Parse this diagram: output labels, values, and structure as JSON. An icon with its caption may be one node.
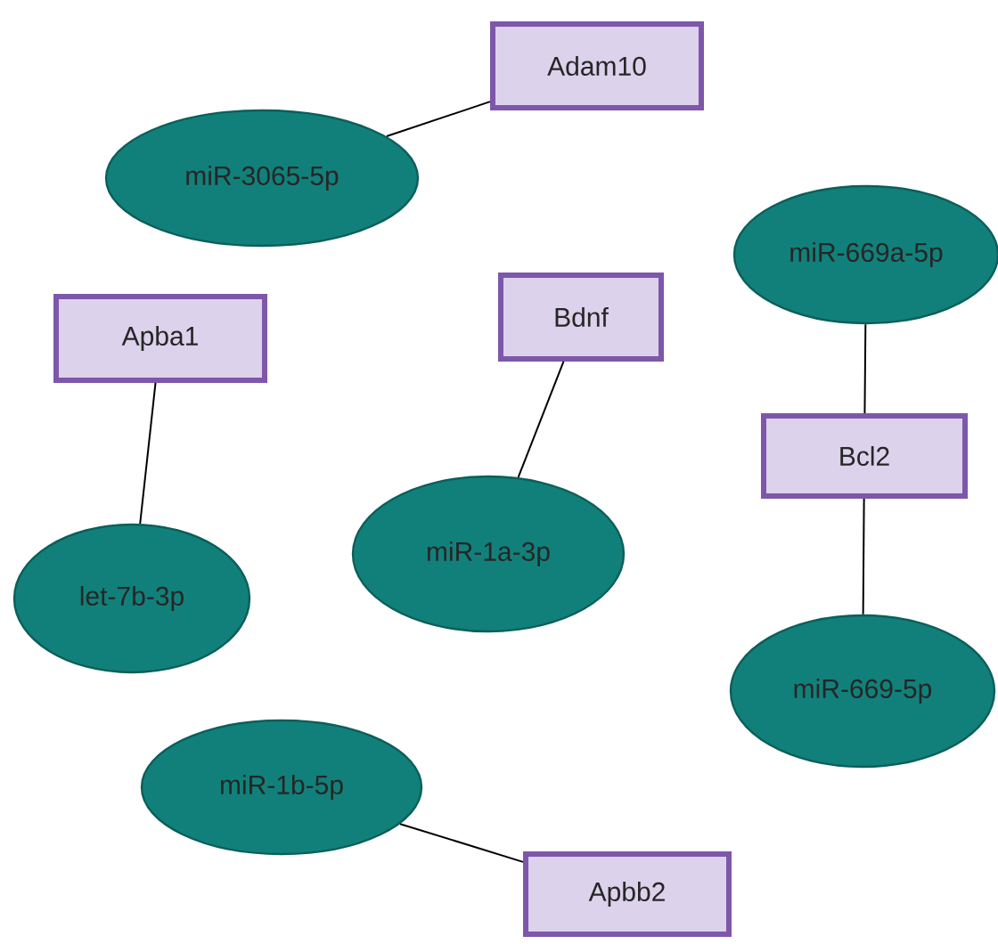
{
  "diagram": {
    "nodes": [
      {
        "text": [
          "Adam10"
        ]
      },
      {
        "text": [
          "miR-3065-5p"
        ]
      },
      {
        "text": [
          "miR-669a-5p"
        ]
      },
      {
        "text": [
          "Apba1"
        ]
      },
      {
        "text": [
          "Bdnf"
        ]
      },
      {
        "text": [
          "Bcl2"
        ]
      },
      {
        "text": [
          "miR-1a-3p"
        ]
      },
      {
        "text": [
          "let-7b-3p"
        ]
      },
      {
        "text": [
          "miR-669-5p"
        ]
      },
      {
        "text": [
          "miR-1b-5p"
        ]
      },
      {
        "text": [
          "Apbb2"
        ]
      }
    ],
    "edges": [
      {
        "from": 1,
        "to": 0,
        "arrow": "none"
      },
      {
        "from": 3,
        "to": 7,
        "arrow": "none"
      },
      {
        "from": 4,
        "to": 6,
        "arrow": "none"
      },
      {
        "from": 2,
        "to": 5,
        "arrow": "none"
      },
      {
        "from": 5,
        "to": 8,
        "arrow": "none"
      },
      {
        "from": 9,
        "to": 10,
        "arrow": "none"
      }
    ]
  }
}
